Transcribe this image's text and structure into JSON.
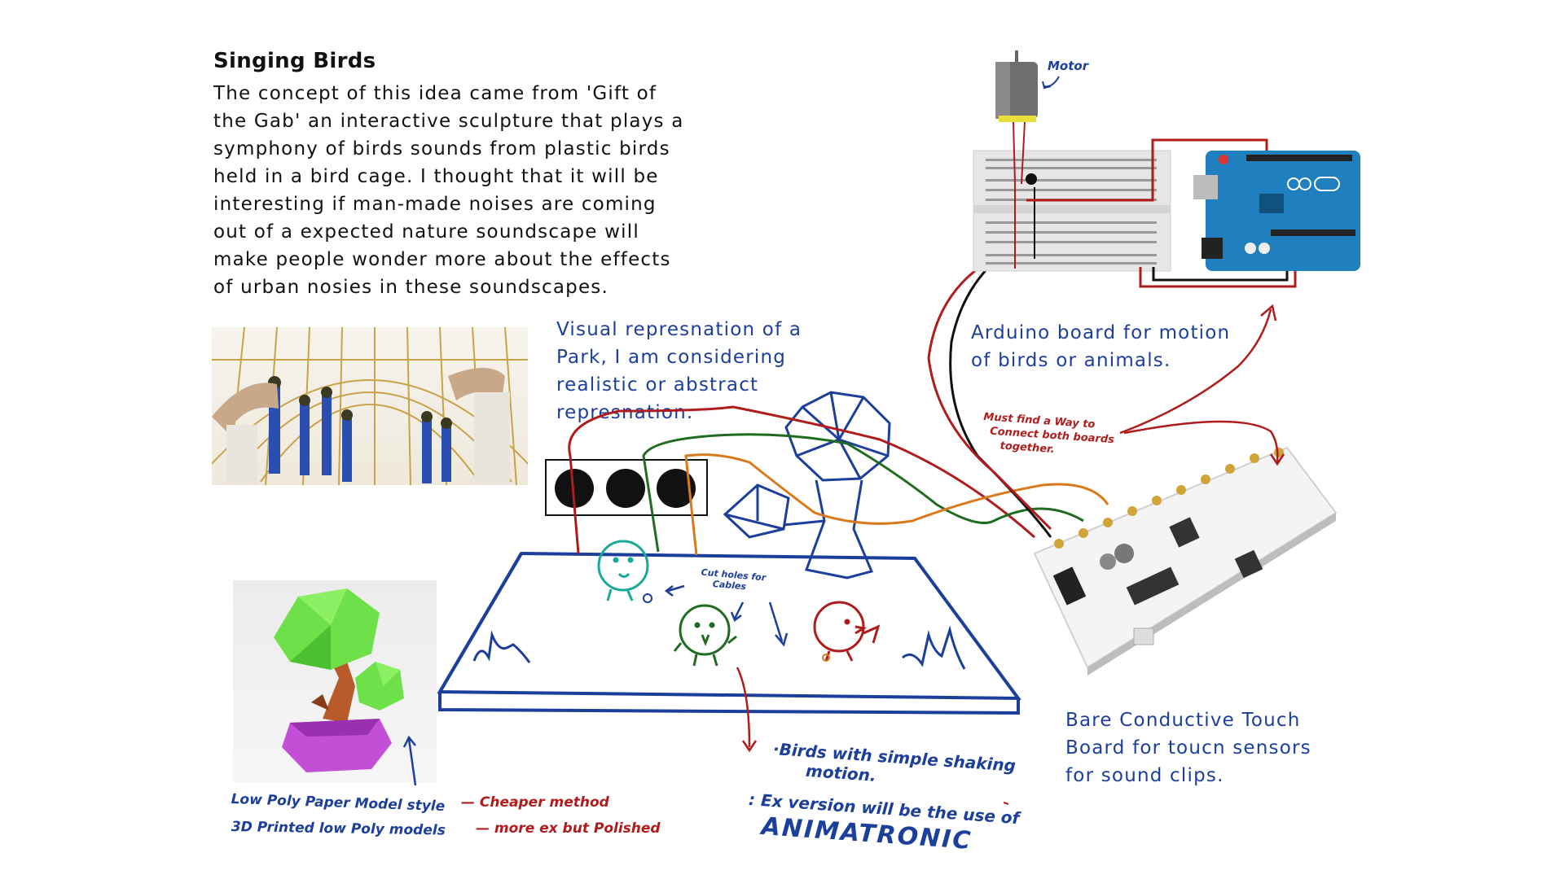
{
  "title": "Singing Birds",
  "intro": "The concept of this idea came from 'Gift of\nthe Gab' an interactive sculpture that plays a\nsymphony of birds sounds from plastic birds\nheld in a bird cage. I thought that it will be\ninteresting if man-made noises are coming\nout of a expected nature soundscape will\nmake people wonder more about the effects\nof urban nosies in these soundscapes.",
  "visual_note": "Visual represnation of a\nPark, I am considering\nrealistic or abstract\nrepresnation.",
  "arduino_note": "Arduino board for motion\nof birds or animals.",
  "touch_note": "Bare Conductive Touch\nBoard for toucn sensors\nfor sound clips.",
  "motor_label": "Motor",
  "connect_note": "Must find a Way to\n  Connect both boards\n     together.",
  "cut_holes_note": "Cut holes for\n    Cables",
  "style_low_poly": "Low Poly Paper Model style",
  "style_low_poly_note": "— Cheaper method",
  "style_3d": "3D Printed low Poly models",
  "style_3d_note": "— more ex but Polished",
  "birds_note": "·Birds with simple shaking\n      motion.",
  "ex_note": ": Ex version will be the use of",
  "animatronic": "ANIMATRONIC",
  "colors": {
    "ink_blue": "#1c3f9c",
    "ink_red": "#b01c1c",
    "wire_green": "#1f6b1f",
    "wire_orange": "#d97a1a",
    "arduino": "#1f7fbf",
    "tree_green": "#6ee04a",
    "pot_purple": "#c24fd6"
  },
  "icons": [
    "motor-icon",
    "breadboard-icon",
    "arduino-uno-icon",
    "touch-board-icon",
    "speaker-icon",
    "tree-icon",
    "bird-icon",
    "grass-icon"
  ]
}
